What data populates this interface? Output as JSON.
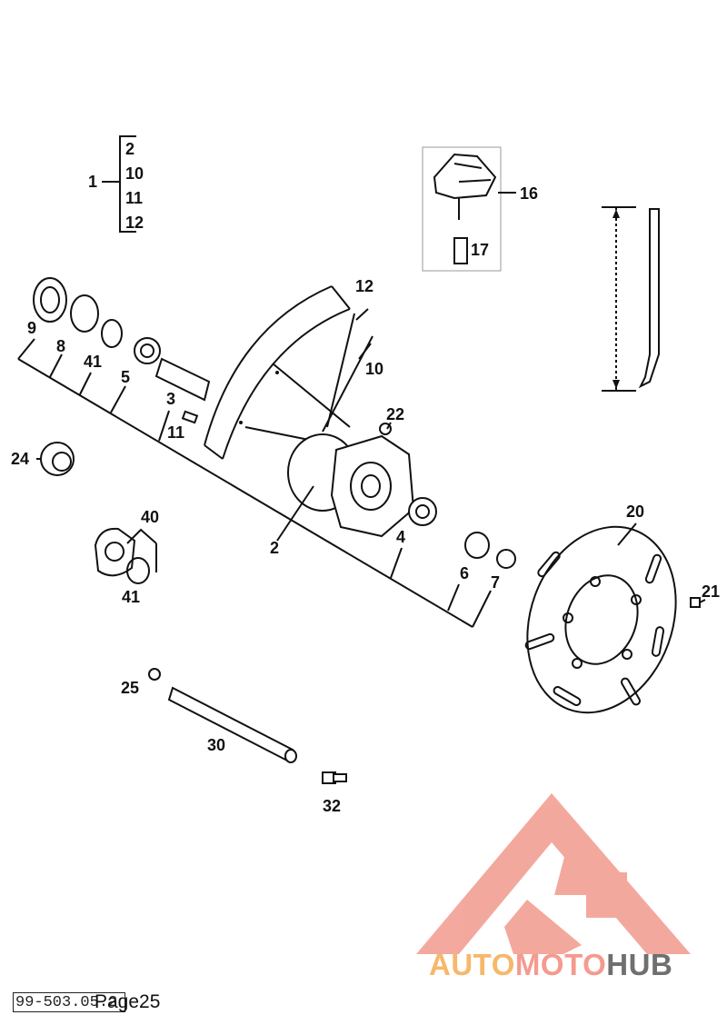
{
  "diagram": {
    "group_bracket": {
      "label": "1",
      "items": [
        "2",
        "10",
        "11",
        "12"
      ]
    },
    "callouts": {
      "c2": "2",
      "c3": "3",
      "c4": "4",
      "c5": "5",
      "c6": "6",
      "c7": "7",
      "c8": "8",
      "c9": "9",
      "c10": "10",
      "c11": "11",
      "c12": "12",
      "c16": "16",
      "c17": "17",
      "c20": "20",
      "c21": "21",
      "c22": "22",
      "c24": "24",
      "c25": "25",
      "c30": "30",
      "c32": "32",
      "c40": "40",
      "c41a": "41",
      "c41b": "41"
    }
  },
  "footer": {
    "doc_code": "99-503.05.2",
    "page_label": "Page25"
  },
  "watermark": {
    "brand_part1": "AUTO",
    "brand_part2": "MOTO",
    "brand_part3": "HUB",
    "colors": {
      "auto": "#f6b86b",
      "moto": "#f59a8e",
      "hub": "#6f6f6f",
      "logo": "#f29a8e"
    }
  }
}
